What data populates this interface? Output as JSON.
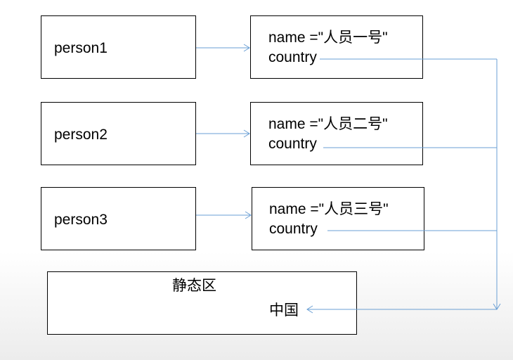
{
  "persons": [
    {
      "label": "person1",
      "name_line": "name =\"人员一号\"",
      "country_line": "country"
    },
    {
      "label": "person2",
      "name_line": "name =\"人员二号\"",
      "country_line": "country"
    },
    {
      "label": "person3",
      "name_line": "name =\"人员三号\"",
      "country_line": "country"
    }
  ],
  "static_area": {
    "title": "静态区",
    "value": "中国"
  },
  "colors": {
    "arrow": "#6a9fd4",
    "border": "#000000"
  }
}
